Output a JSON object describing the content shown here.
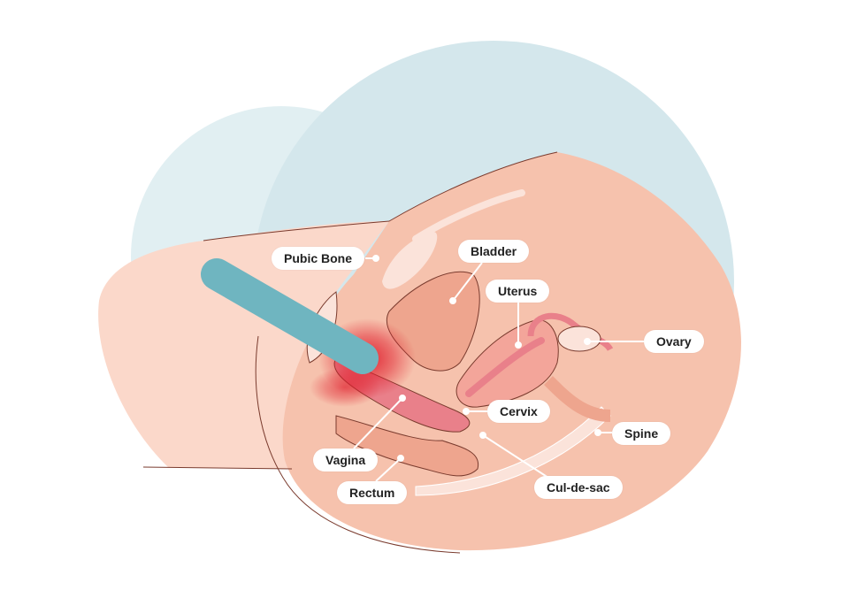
{
  "title": "Anatomy diagram – pelvic cross-section with insertable toy",
  "labels": {
    "pubic_bone": "Pubic Bone",
    "bladder": "Bladder",
    "uterus": "Uterus",
    "ovary": "Ovary",
    "cervix": "Cervix",
    "spine": "Spine",
    "vagina": "Vagina",
    "rectum": "Rectum",
    "cul_de_sac": "Cul-de-sac"
  },
  "colors": {
    "background_circle_large": "#d4e7ec",
    "background_circle_small": "#e1eff2",
    "body": "#f6c2ad",
    "thigh": "#fbd8ca",
    "organ": "#eea58e",
    "uterus_inner": "#e9808a",
    "toy": "#6fb5c0",
    "hotspot": "#e0202e",
    "outline": "#7a3b2e"
  }
}
